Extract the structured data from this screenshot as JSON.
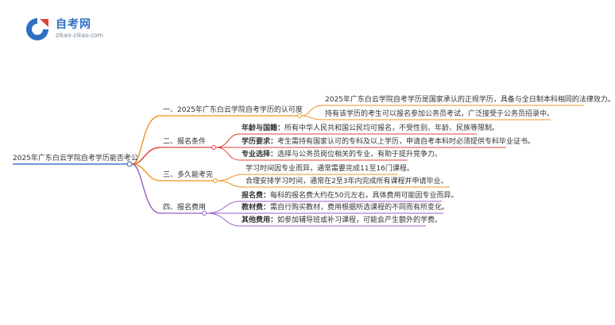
{
  "logo": {
    "name": "自考网",
    "url": "zikao-zikao.com",
    "colors": {
      "blue": "#2f6fc4",
      "red": "#e0413a",
      "text": "#7c8a9c"
    }
  },
  "mindmap": {
    "root": "2025年广东白云学院自考学历能否考公",
    "branches": [
      {
        "label": "一、2025年广东白云学院自考学历的认可度",
        "color": "#f0941f",
        "items": [
          {
            "text": "2025年广东白云学院自考学历是国家承认的正规学历，具备与全日制本科相同的法律效力。"
          },
          {
            "text": "持有该学历的考生可以报名参加公务员考试，广泛接受于公务员招录中。"
          }
        ]
      },
      {
        "label": "二、报名条件",
        "color": "#e0413a",
        "items": [
          {
            "key": "年龄与国籍：",
            "text": "所有中华人民共和国公民均可报名，不受性别、年龄、民族等限制。"
          },
          {
            "key": "学历要求：",
            "text": "考生需持有国家认可的专科及以上学历，申请自考本科时必须提供专科毕业证书。"
          },
          {
            "key": "专业选择：",
            "text": "选择与公务员岗位相关的专业，有助于提升竞争力。"
          }
        ]
      },
      {
        "label": "三、多久能考完",
        "color": "#f0941f",
        "items": [
          {
            "text": "学习时间因专业而异，通常需要完成11至16门课程。"
          },
          {
            "text": "合理安排学习时间，通常在2至3年内完成所有课程并申请毕业。"
          }
        ]
      },
      {
        "label": "四、报名费用",
        "color": "#9b5fc0",
        "items": [
          {
            "key": "报名费：",
            "text": "每科的报名费大约在50元左右，具体费用可能因专业而异。"
          },
          {
            "key": "教材费：",
            "text": "需自行购买教材，费用根据所选课程的不同而有所变化。"
          },
          {
            "key": "其他费用：",
            "text": "如参加辅导班或补习课程，可能会产生额外的学费。"
          }
        ]
      }
    ],
    "colors": {
      "root_line": "#3b78c4"
    }
  }
}
